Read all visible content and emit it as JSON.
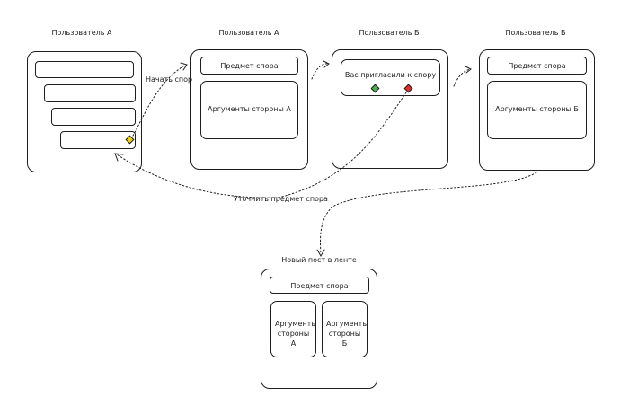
{
  "screens": {
    "user_a_1": {
      "title": "Пользователь А"
    },
    "user_a_2": {
      "title": "Пользователь А",
      "topic": "Предмет спора",
      "arguments": "Аргументы стороны А"
    },
    "user_b_1": {
      "title": "Пользователь Б",
      "invite": "Вас пригласили к спору"
    },
    "user_b_2": {
      "title": "Пользователь Б",
      "topic": "Предмет спора",
      "arguments": "Аргументы стороны Б"
    },
    "feed_post": {
      "title": "Новый пост в ленте",
      "topic": "Предмет спора",
      "arguments_a": "Аргументы стороны А",
      "arguments_b": "Аргументы стороны Б"
    }
  },
  "edges": {
    "start_dispute": "Начать спор",
    "clarify_topic": "Уточнить предмет спора"
  },
  "colors": {
    "stroke": "#1e1e1e",
    "accept_diamond": "#4caf50",
    "decline_diamond": "#e03131",
    "highlight_diamond": "#f2d200"
  }
}
